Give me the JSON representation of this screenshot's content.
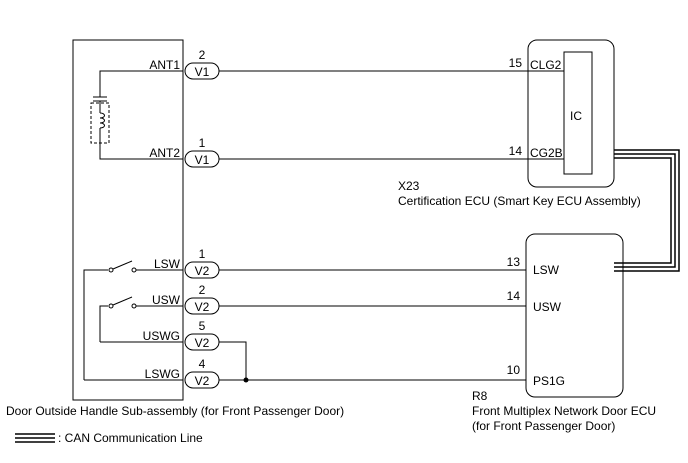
{
  "left_component": {
    "name": "Door Outside Handle Sub-assembly (for Front Passenger Door)",
    "terminals": [
      {
        "label": "ANT1",
        "pin": "2",
        "connector": "V1"
      },
      {
        "label": "ANT2",
        "pin": "1",
        "connector": "V1"
      },
      {
        "label": "LSW",
        "pin": "1",
        "connector": "V2"
      },
      {
        "label": "USW",
        "pin": "2",
        "connector": "V2"
      },
      {
        "label": "USWG",
        "pin": "5",
        "connector": "V2"
      },
      {
        "label": "LSWG",
        "pin": "4",
        "connector": "V2"
      }
    ]
  },
  "cert_ecu": {
    "code": "X23",
    "name": "Certification ECU (Smart Key ECU Assembly)",
    "ic_label": "IC",
    "terminals": [
      {
        "pin": "15",
        "label": "CLG2"
      },
      {
        "pin": "14",
        "label": "CG2B"
      }
    ]
  },
  "door_ecu": {
    "code": "R8",
    "name_line1": "Front Multiplex Network Door ECU",
    "name_line2": "(for Front Passenger Door)",
    "terminals": [
      {
        "pin": "13",
        "label": "LSW"
      },
      {
        "pin": "14",
        "label": "USW"
      },
      {
        "pin": "10",
        "label": "PS1G"
      }
    ]
  },
  "legend": {
    "can_label": ": CAN Communication Line"
  }
}
